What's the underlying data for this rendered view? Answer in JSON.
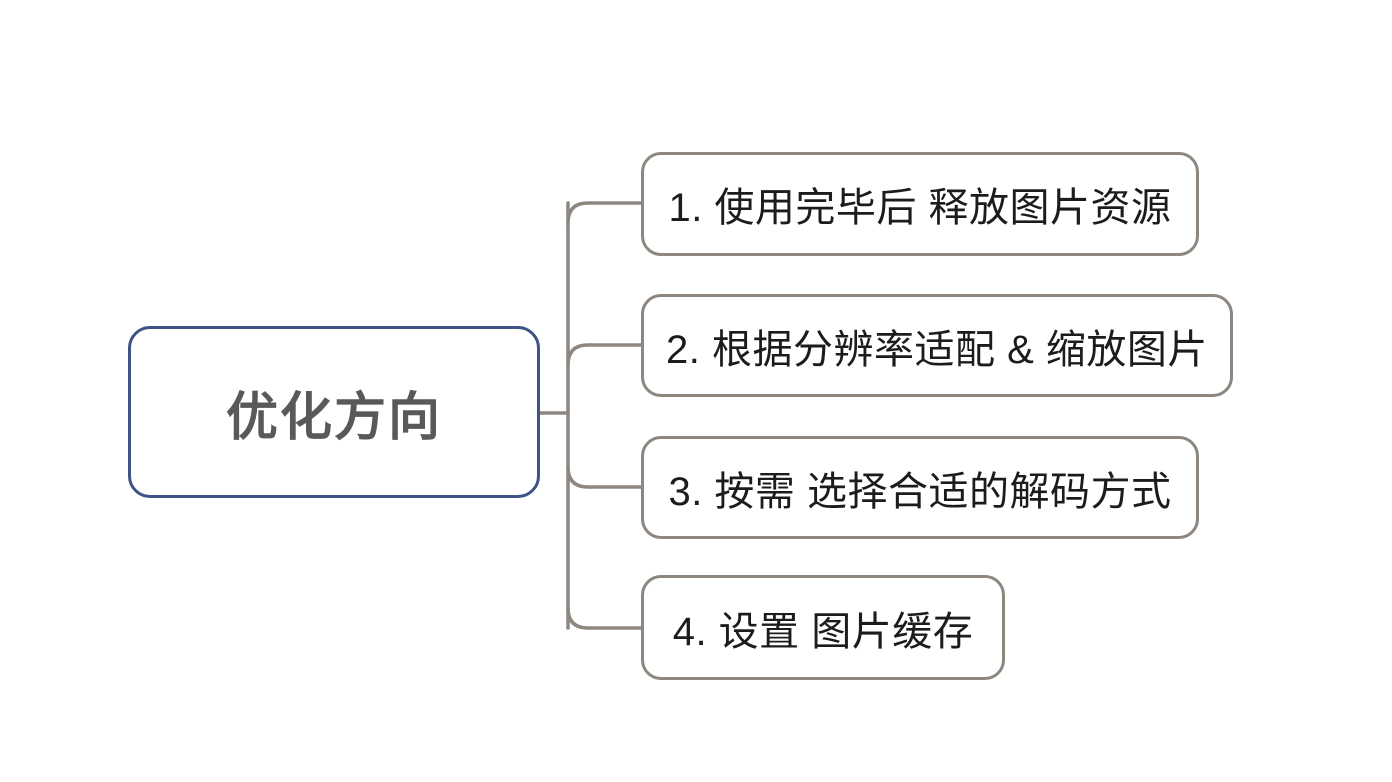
{
  "diagram": {
    "type": "mindmap",
    "title": "优化方向",
    "orientation": "left-to-right",
    "colors": {
      "root_border": "#3d5584",
      "root_text": "#595959",
      "branch_border": "#8d8780",
      "branch_text": "#1c1c1c",
      "connector": "#8d8780",
      "background": "#ffffff"
    },
    "root": {
      "label": "优化方向"
    },
    "branches": [
      {
        "index": "1",
        "label": "1. 使用完毕后 释放图片资源"
      },
      {
        "index": "2",
        "label": "2. 根据分辨率适配 & 缩放图片"
      },
      {
        "index": "3",
        "label": "3. 按需 选择合适的解码方式"
      },
      {
        "index": "4",
        "label": "4. 设置 图片缓存"
      }
    ]
  }
}
